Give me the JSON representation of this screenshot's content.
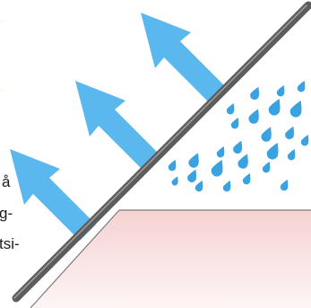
{
  "diagram": {
    "text_fragments": [
      "å",
      "g-",
      "tsi-"
    ],
    "colors": {
      "arrow": "#5bb8ee",
      "drop": "#3aa2e0",
      "moon": "#fbf1d6",
      "surface_top": "#f6d2d2",
      "surface_bottom": "#fdf5f5",
      "pane": "#666666"
    },
    "icons": [
      "moon-icon",
      "arrow-icon",
      "raindrop-icon",
      "glass-pane",
      "ground-surface"
    ]
  }
}
